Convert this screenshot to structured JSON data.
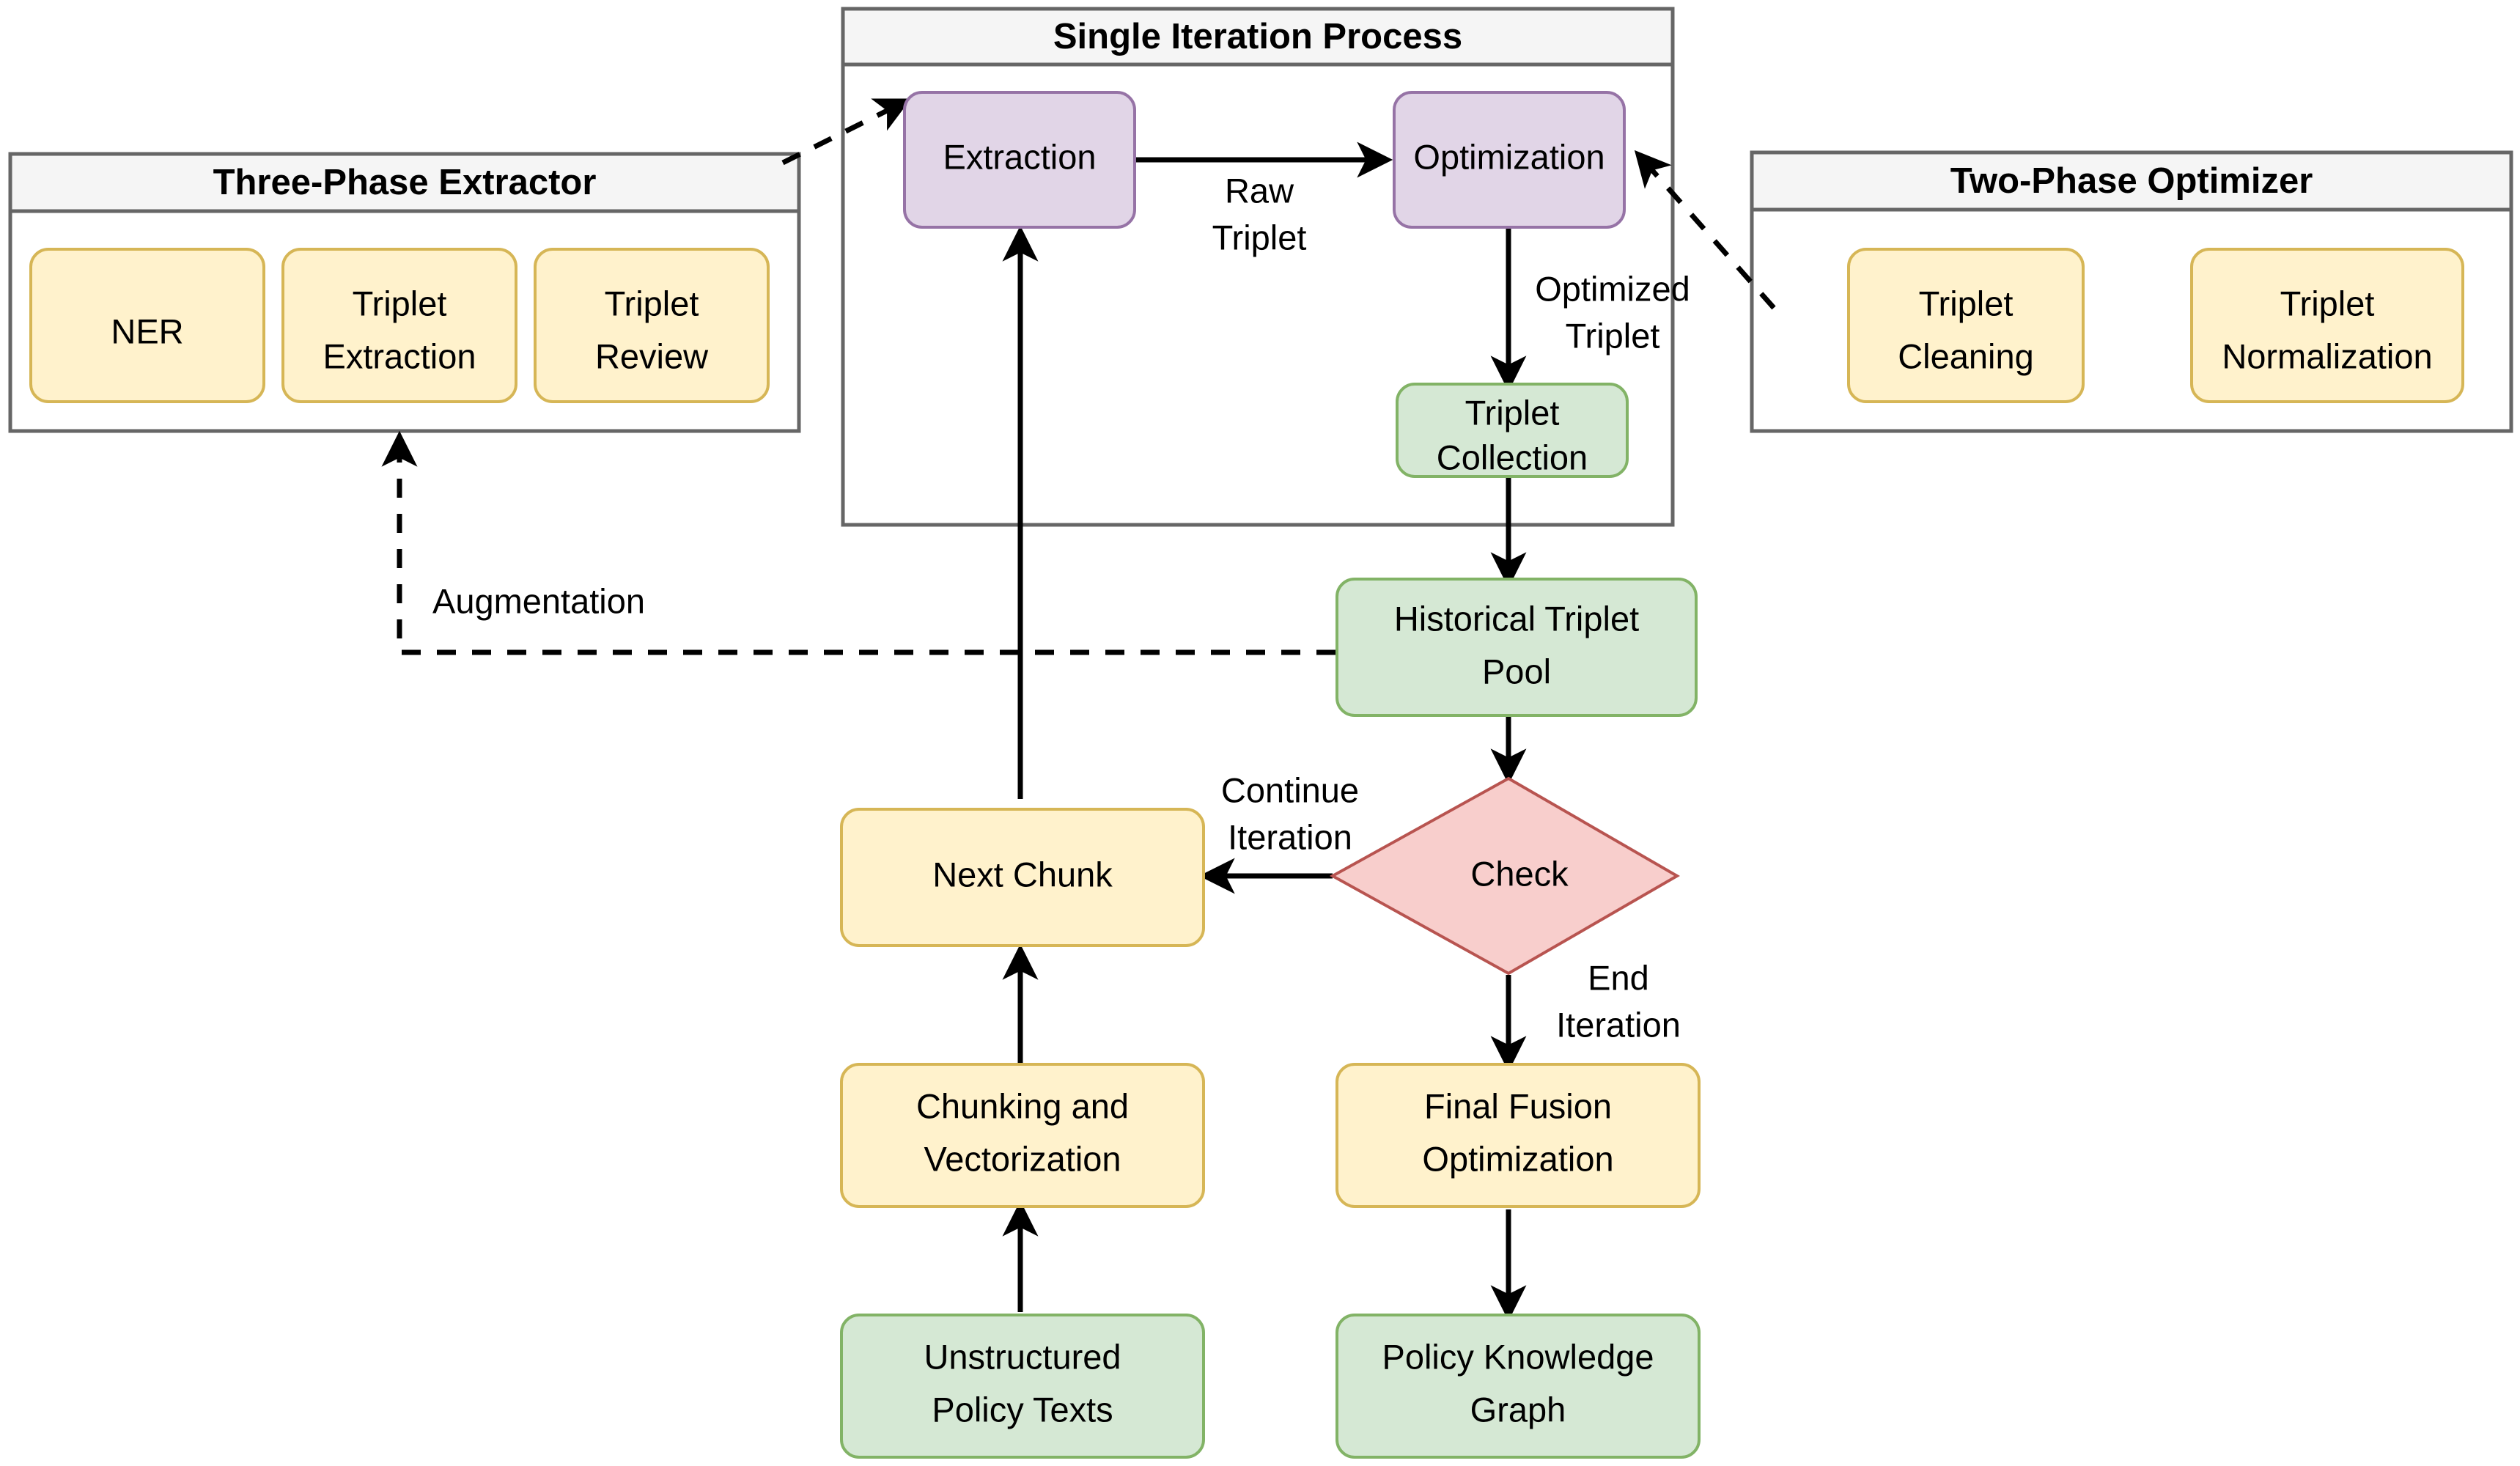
{
  "diagram": {
    "title_visible": false,
    "colors": {
      "yellow_fill": "#fff2cc",
      "yellow_stroke": "#d6b656",
      "green_fill": "#d5e8d4",
      "green_stroke": "#82b366",
      "purple_fill": "#e1d5e7",
      "purple_stroke": "#9673a6",
      "pink_fill": "#f8cecc",
      "pink_stroke": "#b85450",
      "panel_header_fill": "#f5f5f5",
      "panel_stroke": "#666666",
      "edge_stroke": "#000000"
    }
  },
  "panels": [
    {
      "id": "three-phase-extractor",
      "title": "Three-Phase Extractor",
      "nodes": [
        {
          "id": "ner",
          "label": "NER",
          "label_lines": [
            "NER"
          ]
        },
        {
          "id": "triplet-extraction",
          "label": "Triplet Extraction",
          "label_lines": [
            "Triplet",
            "Extraction"
          ]
        },
        {
          "id": "triplet-review",
          "label": "Triplet Review",
          "label_lines": [
            "Triplet",
            "Review"
          ]
        }
      ]
    },
    {
      "id": "single-iteration-process",
      "title": "Single Iteration Process",
      "nodes": [
        {
          "id": "extraction",
          "label": "Extraction",
          "label_lines": [
            "Extraction"
          ]
        },
        {
          "id": "optimization",
          "label": "Optimization",
          "label_lines": [
            "Optimization"
          ]
        },
        {
          "id": "triplet-collection",
          "label": "Triplet Collection",
          "label_lines": [
            "Triplet",
            "Collection"
          ]
        }
      ]
    },
    {
      "id": "two-phase-optimizer",
      "title": "Two-Phase Optimizer",
      "nodes": [
        {
          "id": "triplet-cleaning",
          "label": "Triplet Cleaning",
          "label_lines": [
            "Triplet",
            "Cleaning"
          ]
        },
        {
          "id": "triplet-normalization",
          "label": "Triplet Normalization",
          "label_lines": [
            "Triplet",
            "Normalization"
          ]
        }
      ]
    }
  ],
  "nodes": {
    "historical_triplet_pool": {
      "label": "Historical Triplet Pool",
      "line1": "Historical Triplet",
      "line2": "Pool"
    },
    "check": {
      "label": "Check"
    },
    "next_chunk": {
      "label": "Next Chunk"
    },
    "chunking_and_vectorization": {
      "label": "Chunking and Vectorization",
      "line1": "Chunking and",
      "line2": "Vectorization"
    },
    "unstructured_policy_texts": {
      "label": "Unstructured Policy Texts",
      "line1": "Unstructured",
      "line2": "Policy Texts"
    },
    "final_fusion_optimization": {
      "label": "Final Fusion Optimization",
      "line1": "Final Fusion",
      "line2": "Optimization"
    },
    "policy_knowledge_graph": {
      "label": "Policy Knowledge Graph",
      "line1": "Policy Knowledge",
      "line2": "Graph"
    }
  },
  "edge_labels": {
    "raw_triplet": {
      "line1": "Raw",
      "line2": "Triplet"
    },
    "optimized_triplet": {
      "line1": "Optimized",
      "line2": "Triplet"
    },
    "augmentation": {
      "text": "Augmentation"
    },
    "continue_iteration": {
      "line1": "Continue",
      "line2": "Iteration"
    },
    "end_iteration": {
      "line1": "End",
      "line2": "Iteration"
    }
  }
}
